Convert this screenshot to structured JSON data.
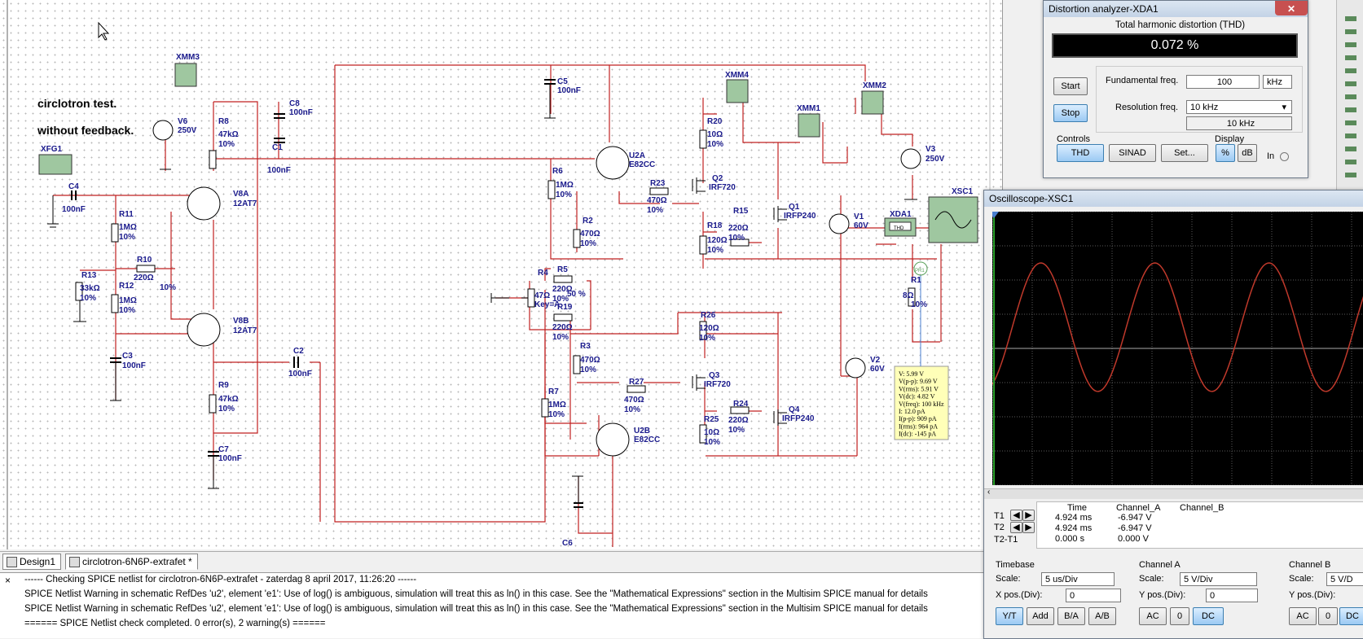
{
  "schematic": {
    "title1": "circlotron test.",
    "title2": "without feedback.",
    "components": {
      "xmm3": "XMM3",
      "xfg1": "XFG1",
      "v6": "V6",
      "v6_val": "250V",
      "r8": "R8",
      "r8_val": "47kΩ",
      "r8_tol": "10%",
      "c8": "C8",
      "c8_val": "100nF",
      "c1": "C1",
      "c1_val": "100nF",
      "c4": "C4",
      "c4_val": "100nF",
      "v8a": "V8A",
      "v8a_val": "12AT7",
      "v8b": "V8B",
      "v8b_val": "12AT7",
      "r11": "R11",
      "r11_val": "1MΩ",
      "r11_tol": "10%",
      "r10": "R10",
      "r10_val": "220Ω",
      "r10_tol": "10%",
      "r13": "R13",
      "r13_val": "33kΩ",
      "r13_tol": "10%",
      "r12": "R12",
      "r12_val": "1MΩ",
      "r12_tol": "10%",
      "c3": "C3",
      "c3_val": "100nF",
      "r9": "R9",
      "r9_val": "47kΩ",
      "r9_tol": "10%",
      "c7": "C7",
      "c7_val": "100nF",
      "c2": "C2",
      "c2_val": "100nF",
      "c5": "C5",
      "c5_val": "100nF",
      "u2a": "U2A",
      "u2a_val": "E82CC",
      "u2b": "U2B",
      "u2b_val": "E82CC",
      "r6": "R6",
      "r6_val": "1MΩ",
      "r6_tol": "10%",
      "r2": "R2",
      "r2_val": "470Ω",
      "r2_tol": "10%",
      "r23": "R23",
      "r23_val": "470Ω",
      "r23_tol": "10%",
      "q2": "Q2",
      "q2_val": "IRF720",
      "xmm4": "XMM4",
      "xmm1": "XMM1",
      "xmm2": "XMM2",
      "r20": "R20",
      "r20_val": "10Ω",
      "r20_tol": "10%",
      "r18": "R18",
      "r18_val": "120Ω",
      "r18_tol": "10%",
      "r15": "R15",
      "r15_val": "220Ω",
      "r15_tol": "10%",
      "q1": "Q1",
      "q1_val": "IRFP240",
      "v1": "V1",
      "v1_val": "60V",
      "v3": "V3",
      "v3_val": "250V",
      "xsc1": "XSC1",
      "xda1": "XDA1",
      "xda1_inner": "THD",
      "r4": "R4",
      "r4_val": "47Ω",
      "r4_pct": "50 %",
      "r4_key": "Key=A",
      "r5": "R5",
      "r5_val": "220Ω",
      "r5_tol": "10%",
      "r19": "R19",
      "r19_val": "220Ω",
      "r19_tol": "10%",
      "r26": "R26",
      "r26_val": "120Ω",
      "r26_tol": "10%",
      "r3": "R3",
      "r3_val": "470Ω",
      "r3_tol": "10%",
      "r27": "R27",
      "r27_val": "470Ω",
      "r27_tol": "10%",
      "q3": "Q3",
      "q3_val": "IRF720",
      "r7": "R7",
      "r7_val": "1MΩ",
      "r7_tol": "10%",
      "r25": "R25",
      "r25_val": "10Ω",
      "r25_tol": "10%",
      "r24": "R24",
      "r24_val": "220Ω",
      "r24_tol": "10%",
      "q4": "Q4",
      "q4_val": "IRFP240",
      "v2": "V2",
      "v2_val": "60V",
      "r1": "R1",
      "r1_val": "8Ω",
      "r1_tol": "10%",
      "c6": "C6",
      "probe": "PR1"
    },
    "probe_tip": [
      "V: 5.99 V",
      "V(p-p): 9.69 V",
      "V(rms): 5.91 V",
      "V(dc): 4.82 V",
      "V(freq): 100 kHz",
      "I: 12.0 pA",
      "I(p-p): 909 pA",
      "I(rms): 964 pA",
      "I(dc): -145 pA"
    ]
  },
  "tabs": [
    {
      "label": "Design1"
    },
    {
      "label": "circlotron-6N6P-extrafet *"
    }
  ],
  "log": {
    "close": "×",
    "lines": [
      "------ Checking SPICE netlist for circlotron-6N6P-extrafet - zaterdag 8 april 2017, 11:26:20 ------",
      "SPICE Netlist Warning in schematic RefDes 'u2', element 'e1':  Use of log() is ambiguous, simulation will treat this as ln() in this case. See the \"Mathematical Expressions\" section in the Multisim SPICE manual for details",
      "SPICE Netlist Warning in schematic RefDes 'u2', element 'e1':  Use of log() is ambiguous, simulation will treat this as ln() in this case. See the \"Mathematical Expressions\" section in the Multisim SPICE manual for details",
      "====== SPICE Netlist check completed. 0 error(s), 2 warning(s) ======"
    ]
  },
  "thd_window": {
    "title": "Distortion analyzer-XDA1",
    "heading": "Total harmonic distortion (THD)",
    "readout": "0.072 %",
    "start": "Start",
    "stop": "Stop",
    "fund_label": "Fundamental freq.",
    "fund_value": "100",
    "fund_unit": "kHz",
    "res_label": "Resolution freq.",
    "res_value": "10 kHz",
    "res_display": "10 kHz",
    "controls_label": "Controls",
    "display_label": "Display",
    "btn_thd": "THD",
    "btn_sinad": "SINAD",
    "btn_set": "Set...",
    "btn_pct": "%",
    "btn_db": "dB",
    "in_label": "In"
  },
  "scope_window": {
    "title": "Oscilloscope-XSC1",
    "readings": {
      "hdr_time": "Time",
      "hdr_a": "Channel_A",
      "hdr_b": "Channel_B",
      "t1": "T1",
      "t2": "T2",
      "t21": "T2-T1",
      "t1_time": "4.924 ms",
      "t1_a": "-6.947 V",
      "t2_time": "4.924 ms",
      "t2_a": "-6.947 V",
      "t21_time": "0.000 s",
      "t21_a": "0.000 V"
    },
    "timebase": {
      "label": "Timebase",
      "scale_label": "Scale:",
      "scale": "5 us/Div",
      "xpos_label": "X pos.(Div):",
      "xpos": "0",
      "btn_yt": "Y/T",
      "btn_add": "Add",
      "btn_ba": "B/A",
      "btn_ab": "A/B"
    },
    "channel_a": {
      "label": "Channel A",
      "scale_label": "Scale:",
      "scale": "5  V/Div",
      "ypos_label": "Y pos.(Div):",
      "ypos": "0",
      "btn_ac": "AC",
      "btn_0": "0",
      "btn_dc": "DC"
    },
    "channel_b": {
      "label": "Channel B",
      "scale_label": "Scale:",
      "scale": "5  V/D",
      "ypos_label": "Y pos.(Div):",
      "btn_ac": "AC",
      "btn_0": "0",
      "btn_dc": "DC"
    }
  },
  "chart_data": {
    "type": "line",
    "title": "",
    "xlabel": "",
    "ylabel": "",
    "grid": true,
    "background": "#000000",
    "series": [
      {
        "color": "#c0392b",
        "cycles": 3.0,
        "amplitude_div": 1.88,
        "offset_div": -0.62,
        "phase": -0.35
      }
    ],
    "divisions_x": 10,
    "divisions_y": 8
  }
}
